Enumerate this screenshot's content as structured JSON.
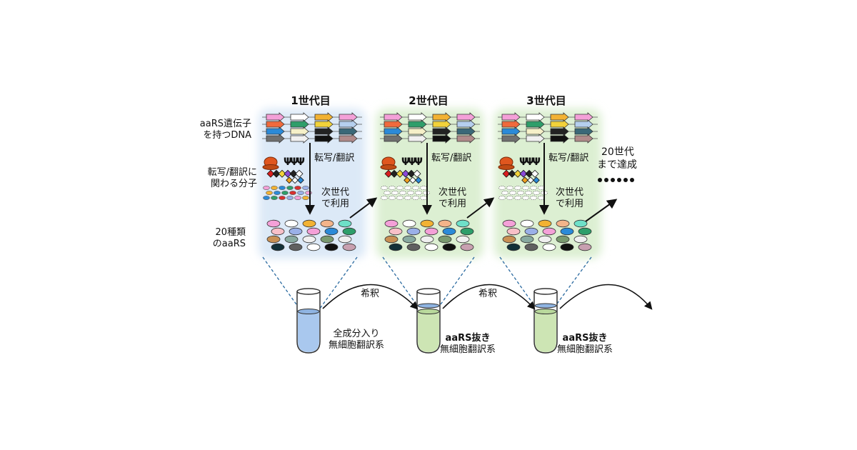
{
  "generations": [
    {
      "title": "1世代目",
      "process": "転写/翻訳",
      "reuse_line1": "次世代",
      "reuse_line2": "で利用",
      "tube_line1": "全成分入り",
      "tube_line2": "無細胞翻訳系"
    },
    {
      "title": "2世代目",
      "process": "転写/翻訳",
      "reuse_line1": "次世代",
      "reuse_line2": "で利用",
      "tube_line1": "aaRS抜き",
      "tube_line2": "無細胞翻訳系"
    },
    {
      "title": "3世代目",
      "process": "転写/翻訳",
      "reuse_line1": "次世代",
      "reuse_line2": "で利用",
      "tube_line1": "aaRS抜き",
      "tube_line2": "無細胞翻訳系"
    }
  ],
  "row_labels": {
    "dna_line1": "aaRS遺伝子",
    "dna_line2": "を持つDNA",
    "mol_line1": "転写/翻訳に",
    "mol_line2": "関わる分子",
    "aars_line1": "20種類",
    "aars_line2": "のaaRS"
  },
  "dilution_label": "希釈",
  "achievement_line1": "20世代",
  "achievement_line2": "まで達成",
  "colors": {
    "panel_gen1": "#dce9f7",
    "panel_gen2_3": "#dcefd2",
    "tube_blue": "#a9c8ee",
    "tube_green": "#cde5b4",
    "guide_dash": "#2a6aa0"
  }
}
